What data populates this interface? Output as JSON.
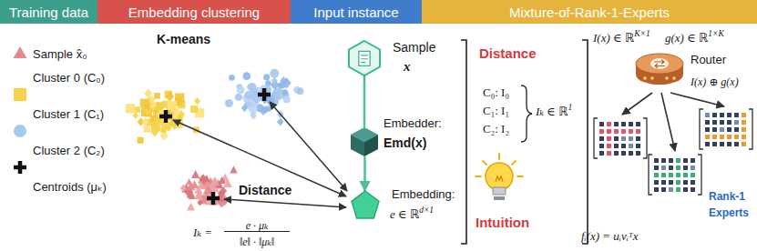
{
  "diagram": {
    "nodes": [
      {
        "text": [
          "Training data"
        ]
      },
      {
        "text": [
          "Embedding clustering"
        ]
      },
      {
        "text": [
          "Input instance"
        ]
      },
      {
        "text": [
          "Mixture-of-Rank-1-Experts"
        ]
      },
      {
        "text": [
          "Sample",
          "x"
        ]
      },
      {
        "text": [
          "Embedder:",
          "Emd(x)"
        ]
      },
      {
        "text": [
          "Embedding:",
          "e ∈ ℝ",
          "d×1"
        ]
      },
      {
        "text": [
          "Router"
        ]
      }
    ],
    "edges": [
      {
        "from": 4,
        "to": 5,
        "arrow": "none"
      },
      {
        "from": 5,
        "to": 6,
        "arrow": "to"
      }
    ],
    "labels": [
      "K-means",
      "Distance",
      "Iₖ =",
      "e · μₖ",
      "‖e‖ · ‖μₖ‖",
      "Distance",
      "C₀: I₀",
      "C₁: I₁",
      "C₂: I₂",
      "Iₖ ∈ ℝ",
      "1",
      "Intuition",
      "I(x) ∈ ℝ",
      "K×1",
      "g(x) ∈ ℝ",
      "1×K",
      "I(x) ⊕ g(x)",
      "Rank-1 Experts",
      "fᵢ(x) = uᵢvᵢᵀx"
    ],
    "legend": [
      {
        "text": "Sample x̂₀"
      },
      {
        "text": "Cluster 0 (C₀)",
        "color": "#f6d34a"
      },
      {
        "text": "Cluster 1 (C₁)",
        "color": "#a8c8ef"
      },
      {
        "text": "Cluster 2 (C₂)"
      },
      {
        "text": "Centroids (μₖ)"
      }
    ]
  }
}
